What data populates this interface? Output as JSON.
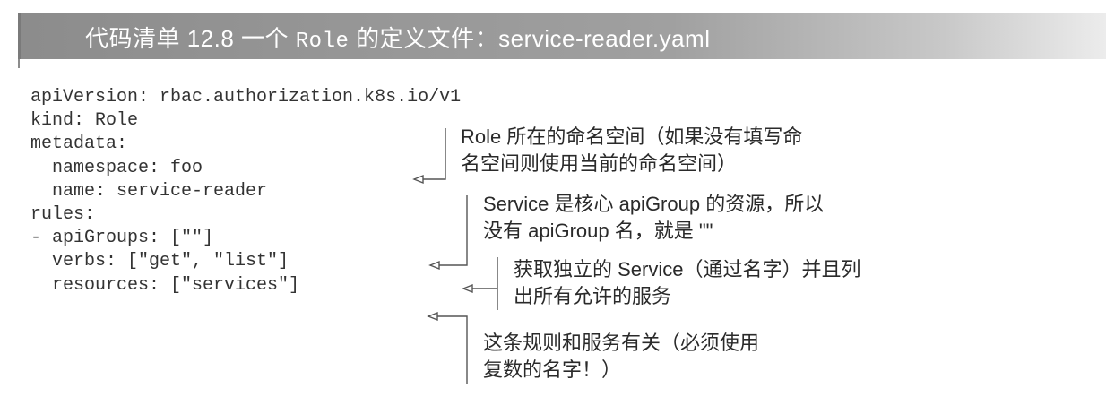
{
  "header": {
    "title_prefix": "代码清单 12.8   一个 ",
    "title_code": "Role",
    "title_suffix": " 的定义文件：service-reader.yaml"
  },
  "code_lines": [
    "apiVersion: rbac.authorization.k8s.io/v1",
    "kind: Role",
    "metadata:",
    "  namespace: foo",
    "  name: service-reader",
    "rules:",
    "- apiGroups: [\"\"]",
    "  verbs: [\"get\", \"list\"]",
    "  resources: [\"services\"]"
  ],
  "annotations": [
    {
      "lines": [
        "Role 所在的命名空间（如果没有填写命",
        "名空间则使用当前的命名空间）"
      ]
    },
    {
      "lines": [
        "Service 是核心 apiGroup 的资源，所以",
        "没有 apiGroup 名，就是 \"\""
      ]
    },
    {
      "lines": [
        "获取独立的 Service（通过名字）并且列",
        "出所有允许的服务"
      ]
    },
    {
      "lines": [
        "这条规则和服务有关（必须使用",
        "复数的名字！）"
      ]
    }
  ],
  "colors": {
    "header_bg": "#9a9a9a",
    "header_text": "#ffffff",
    "code_text": "#333333",
    "callout_line": "#555555"
  }
}
